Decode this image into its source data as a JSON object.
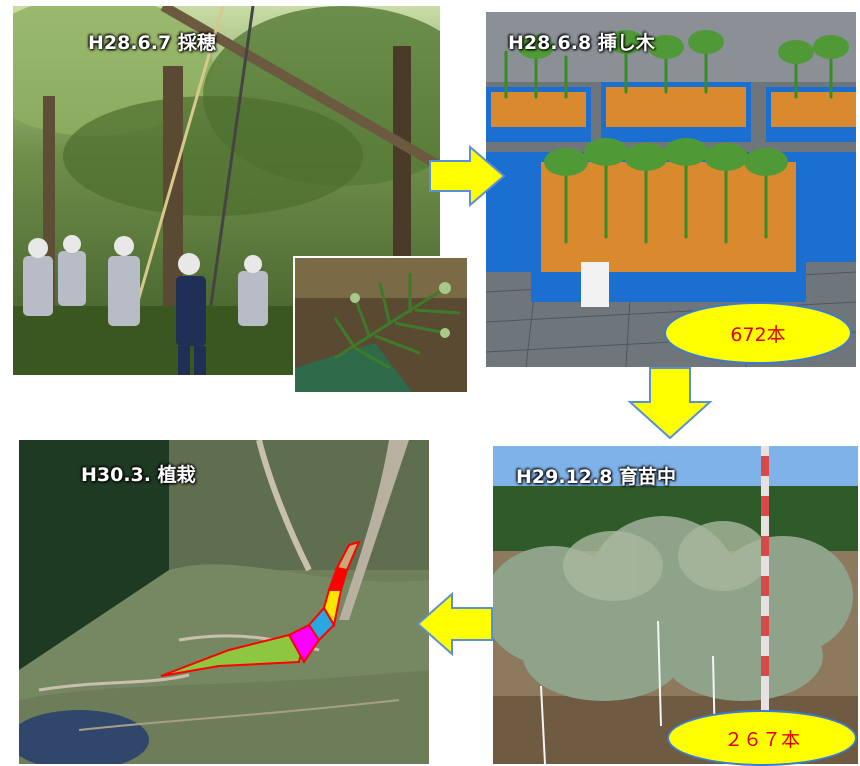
{
  "panels": {
    "harvest": {
      "caption": "H28.6.7 採穂"
    },
    "cutting": {
      "caption": "H28.6.8 挿し木",
      "count": "672本"
    },
    "nursery": {
      "caption": "H29.12.8 育苗中",
      "count": "２６７本"
    },
    "planting": {
      "caption": "H30.3. 植栽"
    }
  },
  "colors": {
    "arrow_fill": "#ffff00",
    "arrow_stroke": "#5b8fd6",
    "badge_fill": "#ffff00",
    "badge_text": "#e00000"
  }
}
